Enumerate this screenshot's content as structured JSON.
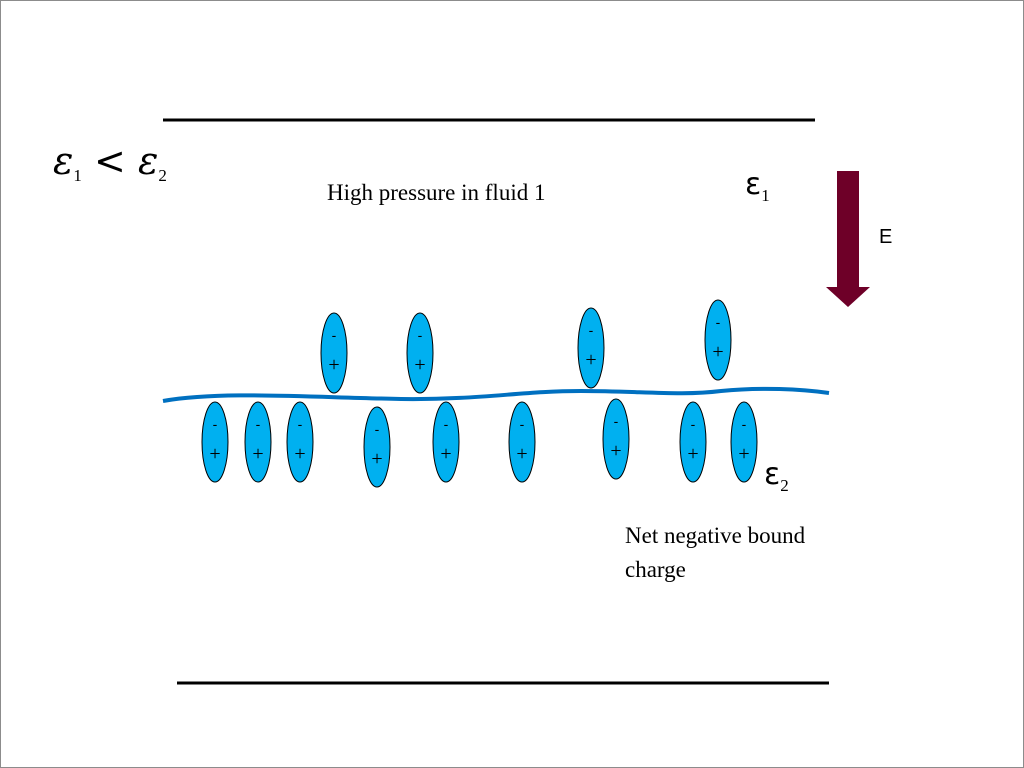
{
  "inequality": {
    "symbol": "ε",
    "sub_left": "1",
    "operator": "<",
    "sub_right": "2"
  },
  "captions": {
    "high_pressure": "High pressure in fluid 1",
    "net_charge": "Net negative bound charge"
  },
  "epsilon_labels": {
    "top": {
      "symbol": "ε",
      "sub": "1"
    },
    "bottom": {
      "symbol": "ε",
      "sub": "2"
    }
  },
  "field": {
    "label": "E",
    "color": "#6e0028",
    "icon": "down-arrow-icon"
  },
  "dipole": {
    "fill": "#00b0f0",
    "negative_sign": "-",
    "positive_sign": "+"
  },
  "interface_color": "#0070c0",
  "plate_color": "#000000"
}
